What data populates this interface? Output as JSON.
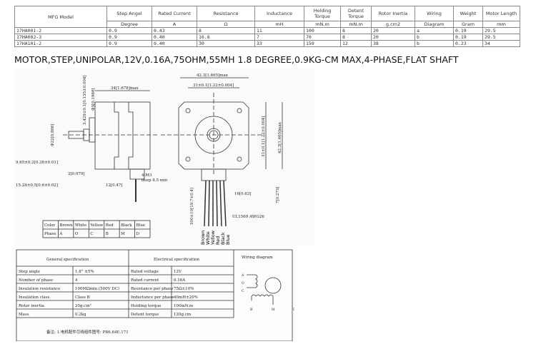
{
  "table": {
    "headers": [
      "MFG Model",
      "Step Angel",
      "Rated Current",
      "Resistance",
      "Inductance",
      "Holding Torque",
      "Detent Torque",
      "Rotor Inertia",
      "Wiring",
      "Weight",
      "Motor Length"
    ],
    "units": [
      "Degree",
      "A",
      "Ω",
      "mH",
      "mN.m",
      "mN.m",
      "g.cm2",
      "Diagram",
      "Gram",
      "mm"
    ],
    "rows": [
      [
        "17HA001-2",
        "0.9",
        "0.43",
        "8",
        "11",
        "100",
        "8",
        "20",
        "a",
        "0.19",
        "29.5"
      ],
      [
        "17HA002-3",
        "0.9",
        "0.40",
        "16.8",
        "7",
        "70",
        "8",
        "20",
        "b",
        "0.19",
        "29.5"
      ],
      [
        "17HA101-2",
        "0.9",
        "0.40",
        "30",
        "33",
        "150",
        "12",
        "38",
        "b",
        "0.23",
        "34"
      ]
    ]
  },
  "caption": "MOTOR,STEP,UNIPOLAR,12V,0.16A,75OHM,55MH 1.8 DEGREE,0.9KG-CM MAX,4-PHASE,FLAT SHAFT",
  "drawing": {
    "dims": {
      "length": "34[1.678]max",
      "width": "42.3[1.665]max",
      "hole_spacing": "31±0.1[1.22±0.004]",
      "hole_spacing_v": "31±0.1[1.22±0.004]",
      "height": "42.3[1.665]max",
      "shaft_len": "9.65±0.2[0.38±0.01]",
      "boss": "2[0.079]",
      "shaft_total": "15.24±0.5[0.6±0.02]",
      "connector": "12[0.47]",
      "holes": "4-M3",
      "holes_depth": "deep 4.5 min",
      "cable_w": "16[0.63]",
      "cable_len": "500±10[19.7±0.4]",
      "cable_h": "7[0.275]",
      "wire": "UL1569 AWG26",
      "shaft_d": "Φ5[0.1968]",
      "flat": "3.429±0.1[0.135±0.004]",
      "boss_d": "Φ22[0.866]"
    },
    "color_table": {
      "row1": [
        "Color",
        "Brown",
        "White",
        "Yellow",
        "Red",
        "Black",
        "Blue"
      ],
      "row2": [
        "Phase",
        "A",
        "O",
        "C",
        "B",
        "M",
        "D"
      ]
    },
    "wire_labels": [
      "Brown",
      "White",
      "Yellow",
      "Red",
      "Black",
      "Blue"
    ]
  },
  "spec": {
    "general_title": "General specification",
    "electrical_title": "Electrical specification",
    "wiring_title": "Wiring diagram",
    "general": [
      [
        "Step angle",
        "1.8° ±5%"
      ],
      [
        "Number of phase",
        "4"
      ],
      [
        "Insulation resistance",
        "100MΩmin.(500V DC)"
      ],
      [
        "Insulation class",
        "Class B"
      ],
      [
        "Rotor inertia",
        "20g.cm²"
      ],
      [
        "Mass",
        "0.2kg"
      ]
    ],
    "electrical": [
      [
        "Rated voltage",
        "12V"
      ],
      [
        "Rated current",
        "0.16A"
      ],
      [
        "Resistance per phase",
        "75Ω±10%"
      ],
      [
        "Inductance per phase",
        "40mH±20%"
      ],
      [
        "Holding torque",
        "100mN.m"
      ],
      [
        "Detent torque",
        "120g.cm"
      ]
    ],
    "wiring_labels": [
      "A",
      "O",
      "C",
      "B",
      "M",
      "D"
    ],
    "note": "备注: 1.电机配件引线组件图号: PB6.64E.171"
  }
}
